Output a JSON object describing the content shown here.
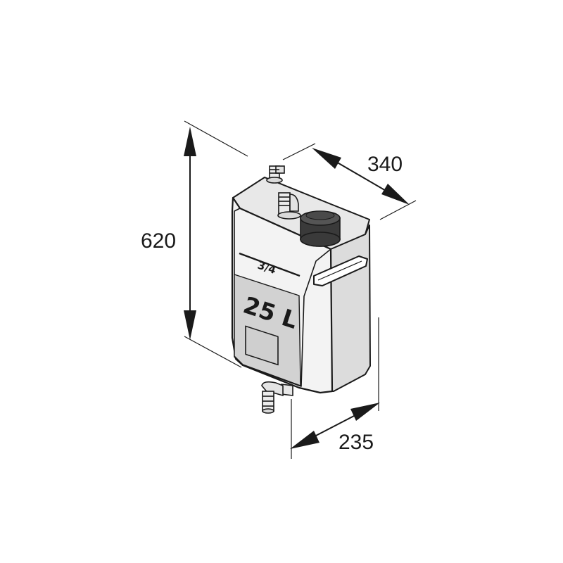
{
  "dimensions": {
    "height": "620",
    "width": "340",
    "depth": "235"
  },
  "tank": {
    "capacity_label": "25 L",
    "level_mark": "3/4"
  },
  "colors": {
    "line": "#1a1a1a",
    "tank_face_front": "#f1f1f1",
    "tank_face_side": "#dcdcdc",
    "tank_face_top": "#e8e8e8",
    "label_panel": "#cfcfcf",
    "cap": "#3a3a3a"
  }
}
